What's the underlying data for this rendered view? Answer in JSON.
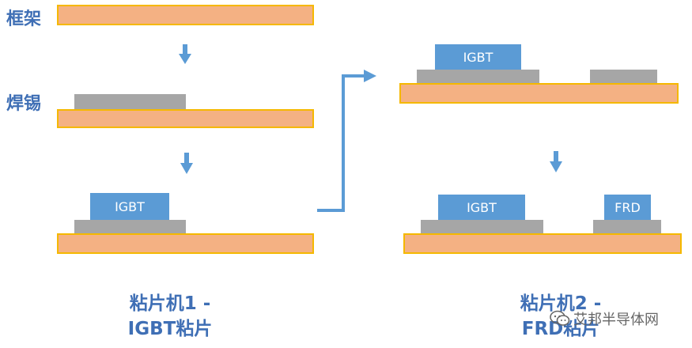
{
  "labels": {
    "frame": "框架",
    "solder": "焊锡"
  },
  "chips": {
    "igbt": "IGBT",
    "frd": "FRD"
  },
  "captions": {
    "left_line1": "粘片机1 -",
    "left_line2": "IGBT粘片",
    "right_line1": "粘片机2 -",
    "right_line2": "FRD粘片"
  },
  "watermark": {
    "text": "艾邦半导体网",
    "icon": "wechat-icon"
  },
  "colors": {
    "frame": "#F4B183",
    "frame_border": "#F5B800",
    "solder": "#A6A6A6",
    "chip": "#5B9BD5",
    "arrow": "#5B9BD5",
    "label": "#3F6FB5"
  }
}
